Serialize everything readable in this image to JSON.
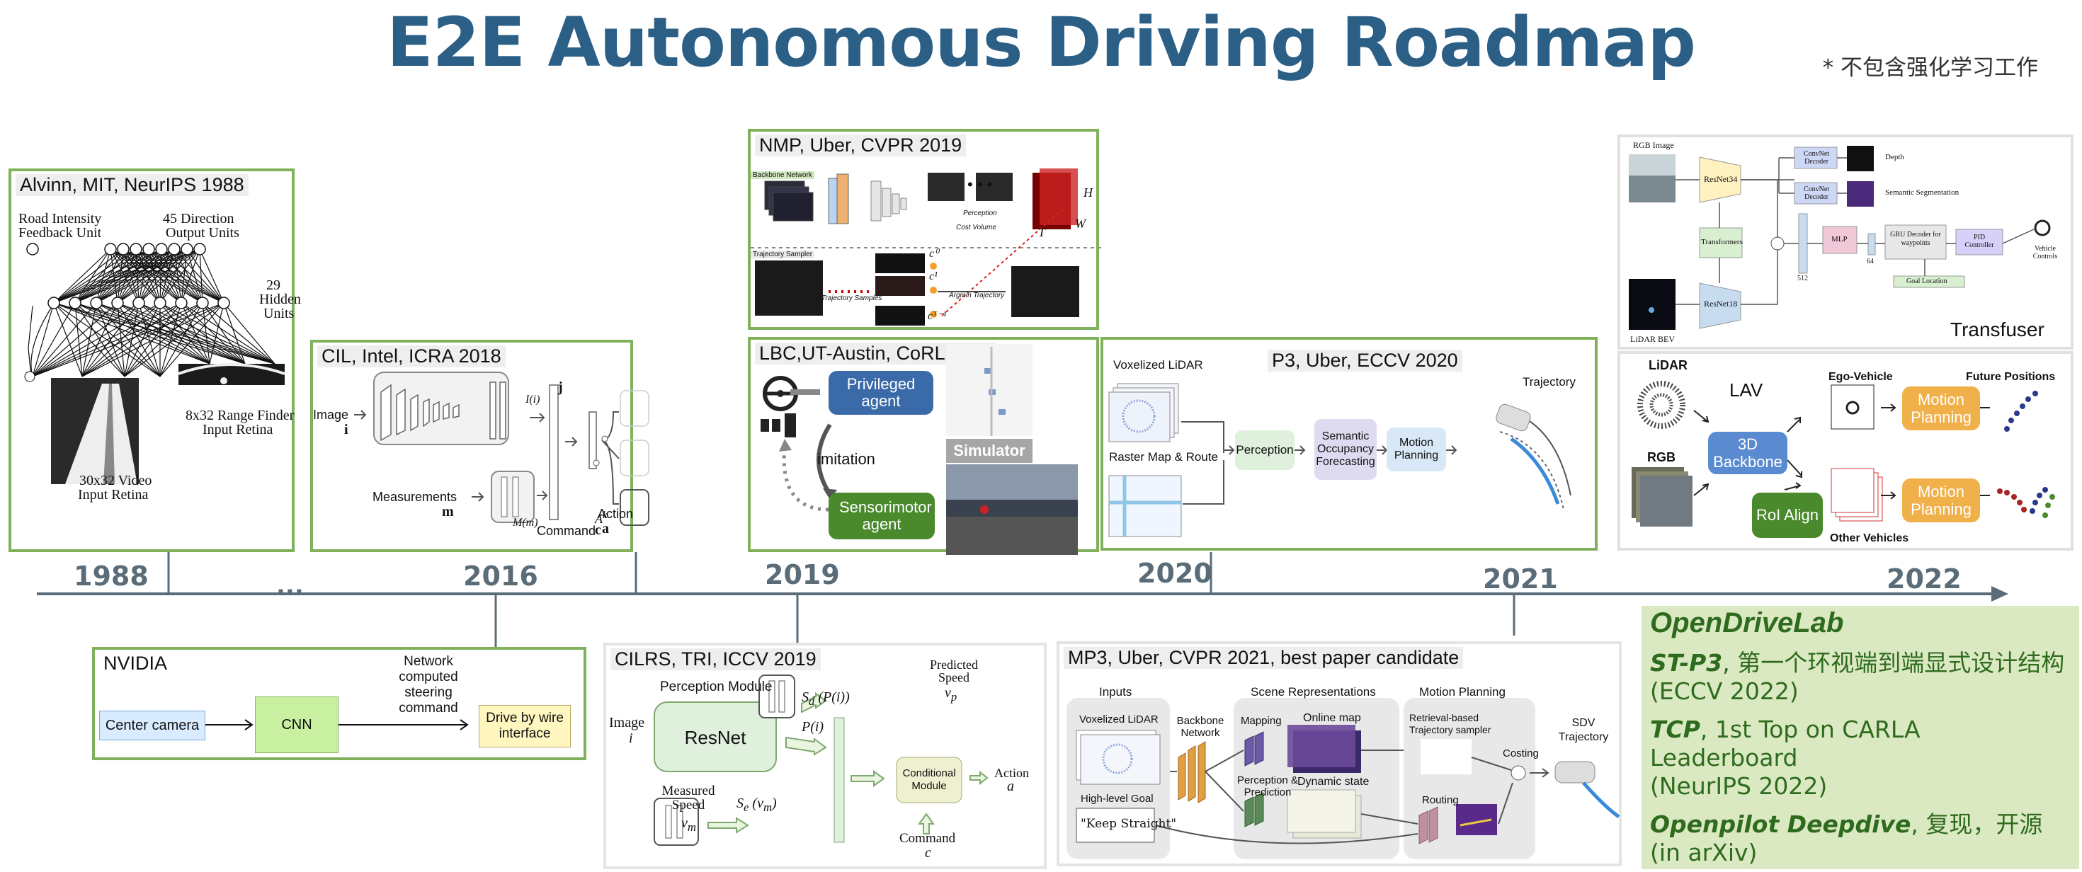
{
  "title": "E2E Autonomous Driving Roadmap",
  "note": "* 不包含强化学习工作",
  "timeline": {
    "years": [
      "1988",
      "2016",
      "2019",
      "2020",
      "2021",
      "2022"
    ],
    "ellipsis": "..."
  },
  "alvinn": {
    "title": "Alvinn, MIT, NeurIPS 1988",
    "labels": {
      "road": "Road Intensity",
      "feedback": "Feedback Unit",
      "dir": "45 Direction",
      "out": "Output Units",
      "hidden_n": "29",
      "hidden": "Hidden",
      "units": "Units",
      "range1": "8x32 Range Finder",
      "range2": "Input Retina",
      "video1": "30x32 Video",
      "video2": "Input Retina"
    }
  },
  "cil": {
    "title": "CIL, Intel, ICRA 2018",
    "labels": {
      "image": "Image",
      "i": "i",
      "li": "I(i)",
      "j": "j",
      "meas": "Measurements",
      "m": "m",
      "mm": "M(m)",
      "command": "Command",
      "c": "c",
      "ak": "A",
      "k": "k",
      "action": "Action",
      "a": "a"
    }
  },
  "nmp": {
    "title": "NMP, Uber, CVPR 2019",
    "labels": {
      "backbone": "Backbone Network",
      "perception": "Perception",
      "cost": "Cost Volume",
      "h": "H",
      "t": "T",
      "w": "W",
      "sampler": "Trajectory Sampler",
      "samples": "Trajectory Samples",
      "argmin": "Argmin Trajectory",
      "c0": "c⁰",
      "c1": "c¹",
      "ct": "cᵀ⁻¹"
    }
  },
  "lbc": {
    "title": "LBC,UT-Austin, CoRL 2019",
    "privileged": "Privileged agent",
    "imitation": "imitation",
    "sensorimotor": "Sensorimotor agent",
    "simulator": "Simulator"
  },
  "p3": {
    "title": "P3, Uber, ECCV 2020",
    "lidar": "Voxelized LiDAR",
    "raster": "Raster Map & Route",
    "perception": "Perception",
    "semantic": "Semantic Occupancy Forecasting",
    "motion": "Motion Planning",
    "trajectory": "Trajectory"
  },
  "transfuser": {
    "rgb": "RGB Image",
    "resnet34": "ResNet34",
    "resnet18": "ResNet18",
    "transformers": "Transformers",
    "convnet1": "ConvNet Decoder",
    "convnet2": "ConvNet Decoder",
    "depth": "Depth",
    "seg": "Semantic Segmentation",
    "mlp": "MLP",
    "gru": "GRU Decoder for waypoints",
    "pid": "PID Controller",
    "vehicle": "Vehicle Controls",
    "goal": "Goal Location",
    "lidar_bev": "LiDAR BEV",
    "n512": "512",
    "n64": "64",
    "name": "Transfuser"
  },
  "lav": {
    "lidar": "LiDAR",
    "rgb": "RGB",
    "name": "LAV",
    "backbone": "3D Backbone",
    "roi": "RoI Align",
    "ego": "Ego-Vehicle",
    "future": "Future Positions",
    "motion1": "Motion Planning",
    "motion2": "Motion Planning",
    "other": "Other Vehicles"
  },
  "nvidia": {
    "title": "NVIDIA",
    "camera": "Center camera",
    "cnn": "CNN",
    "network": "Network computed steering command",
    "drive": "Drive by wire interface"
  },
  "cilrs": {
    "title": "CILRS, TRI, ICCV 2019",
    "perception": "Perception Module",
    "resnet": "ResNet",
    "image": "Image",
    "i": "i",
    "pi": "P(i)",
    "predicted": "Predicted Speed",
    "vp": "v",
    "sd": "S",
    "measured": "Measured Speed",
    "vm": "v",
    "se": "S",
    "conditional": "Conditional Module",
    "action": "Action",
    "a": "a",
    "command": "Command",
    "c": "c"
  },
  "mp3": {
    "title": "MP3, Uber, CVPR 2021, best paper candidate",
    "inputs": "Inputs",
    "scene": "Scene Representations",
    "motion": "Motion Planning",
    "lidar": "Voxelized LiDAR",
    "goal": "High-level Goal",
    "keep": "\"Keep Straight\"",
    "backbone": "Backbone Network",
    "mapping": "Mapping",
    "online": "Online map",
    "percpred": "Perception & Prediction",
    "dynamic": "Dynamic state",
    "retrieval": "Retrieval-based Trajectory sampler",
    "costing": "Costing",
    "routing": "Routing",
    "sdv": "SDV Trajectory"
  },
  "opendrivelab": {
    "heading": "OpenDriveLab",
    "items": [
      {
        "name": "ST-P3",
        "desc": ", 第一个环视端到端显式设计结构",
        "venue": "(ECCV 2022)"
      },
      {
        "name": "TCP",
        "desc": ", 1st Top on CARLA Leaderboard",
        "venue": "(NeurIPS 2022)"
      },
      {
        "name": "Openpilot Deepdive",
        "desc": ", 复现，开源",
        "venue": "(in arXiv)"
      }
    ]
  },
  "colors": {
    "title": "#2c5f86",
    "panel_border": "#7fb15a",
    "odl_bg": "#dbe9c2",
    "odl_text": "#2e6b1e",
    "blue_node": "#3a6aa8",
    "green_node": "#4a8a2c",
    "orange_node": "#f0b04a",
    "cnn_green": "#c8f0a0",
    "drive_yellow": "#fff6c0"
  }
}
